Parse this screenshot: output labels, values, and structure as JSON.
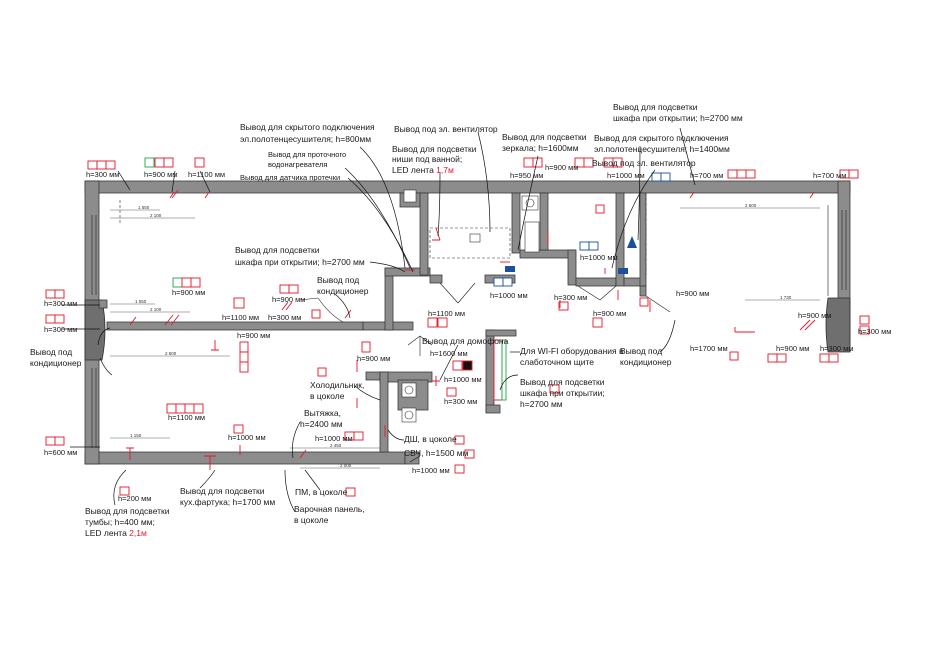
{
  "labels": {
    "hidden_towel_dryer_1": "Вывод для скрытого подключения",
    "hidden_towel_dryer_1b": "эл.полотенцесушителя; h=800мм",
    "water_heater_1": "Вывод для проточного",
    "water_heater_2": "водонагревателя",
    "leak_sensor": "Вывод для датчика протечки",
    "fan_1": "Вывод под эл. вентилятор",
    "niche_light_1": "Вывод для подсветки",
    "niche_light_2": "ниши под ванной;",
    "niche_light_3a": "LED лента ",
    "niche_light_3b": "1,7м",
    "mirror_light_1": "Вывод для подсветки",
    "mirror_light_2": "зеркала; h=1600мм",
    "wardrobe_top_1": "Вывод для подсветки",
    "wardrobe_top_2": "шкафа при открытии; h=2700 мм",
    "hidden_towel_dryer_2": "Вывод для скрытого подключения",
    "hidden_towel_dryer_2b": "эл.полотенцесушителя; h=1400мм",
    "fan_2": "Вывод под эл. вентилятор",
    "wardrobe_left_1": "Вывод для подсветки",
    "wardrobe_left_2": "шкафа при открытии; h=2700 мм",
    "ac_center_1": "Вывод под",
    "ac_center_2": "кондиционер",
    "ac_left_1": "Вывод под",
    "ac_left_2": "кондиционер",
    "fridge_1": "Холодильник,",
    "fridge_2": "в цоколе",
    "intercom": "Вывод для домофона",
    "wifi_1": "Для WI-FI оборудования в",
    "wifi_2": "слаботочном щите",
    "wardrobe_hall_1": "Вывод для подсветки",
    "wardrobe_hall_2": "шкафа при открытии;",
    "wardrobe_hall_3": "h=2700 мм",
    "ac_right_1": "Вывод под",
    "ac_right_2": "кондиционер",
    "hood_1": "Вытяжка,",
    "hood_2": "h=2400 мм",
    "dishwasher": "ДШ, в цоколе",
    "microwave": "СВЧ, h=1500 мм",
    "dw_socket": "ПМ, в цоколе",
    "hob_1": "Варочная панель,",
    "hob_2": "в цоколе",
    "kitchen_apron_1": "Вывод для подсветки",
    "kitchen_apron_2": "кух.фартука; h=1700 мм",
    "cabinet_1": "Вывод для подсветки",
    "cabinet_2": "тумбы; h=400 мм;",
    "cabinet_3a": "LED лента ",
    "cabinet_3b": "2,1м"
  },
  "heights": {
    "h300_tl": "h=300 мм",
    "h900_tl": "h=900 мм",
    "h1100_tl": "h=1100 мм",
    "h300_l1": "h=300 мм",
    "h300_l2": "h=300 мм",
    "h900_bed": "h=900 мм",
    "h1100_bed": "h=1100 мм",
    "h300_bed": "h=300 мм",
    "h900_bed2": "h=900 мм",
    "h1100_bed2": "h=1100 мм",
    "h900_door": "h=900 мм",
    "h1600": "h=1600 мм",
    "h900_hall": "h=900 мм",
    "h1000_kit": "h=1000 мм",
    "h300_kit": "h=300 мм",
    "h1100_kit": "h=1100 мм",
    "h1000_kit2": "h=1000 мм",
    "h1000_hood": "h=1000 мм",
    "h1000_bot": "h=1000 мм",
    "h600": "h=600 мм",
    "h200": "h=200 мм",
    "h1000_bath": "h=1000 мм",
    "h950": "h=950 мм",
    "h300_bath": "h=300 мм",
    "h900_bath": "h=900 мм",
    "h1000_bath2": "h=1000 мм",
    "h900_bath2": "h=900 мм",
    "h900_top": "h=900 мм",
    "h1000_top": "h=1000 мм",
    "h700_top": "h=700 мм",
    "h700_tr": "h=700 мм",
    "h900_r": "h=900 мм",
    "h1700": "h=1700 мм",
    "h900_rb": "h=900 мм",
    "h300_rb": "h=300 мм",
    "h300_r": "h=300 мм"
  },
  "dimensions": {
    "d1550": "1 550",
    "d2100": "2 100",
    "d1550b": "1 550",
    "d2100b": "2 100",
    "d2500": "2 500",
    "d1150": "1 150",
    "d2450": "2 450",
    "d2000": "2 000",
    "d2600": "2 600",
    "d1730": "1 730"
  },
  "colors": {
    "symbol_red": "#e4172a",
    "symbol_green": "#1ea64a",
    "symbol_blue": "#1c4f9c",
    "wall": "#8c8c8c"
  }
}
